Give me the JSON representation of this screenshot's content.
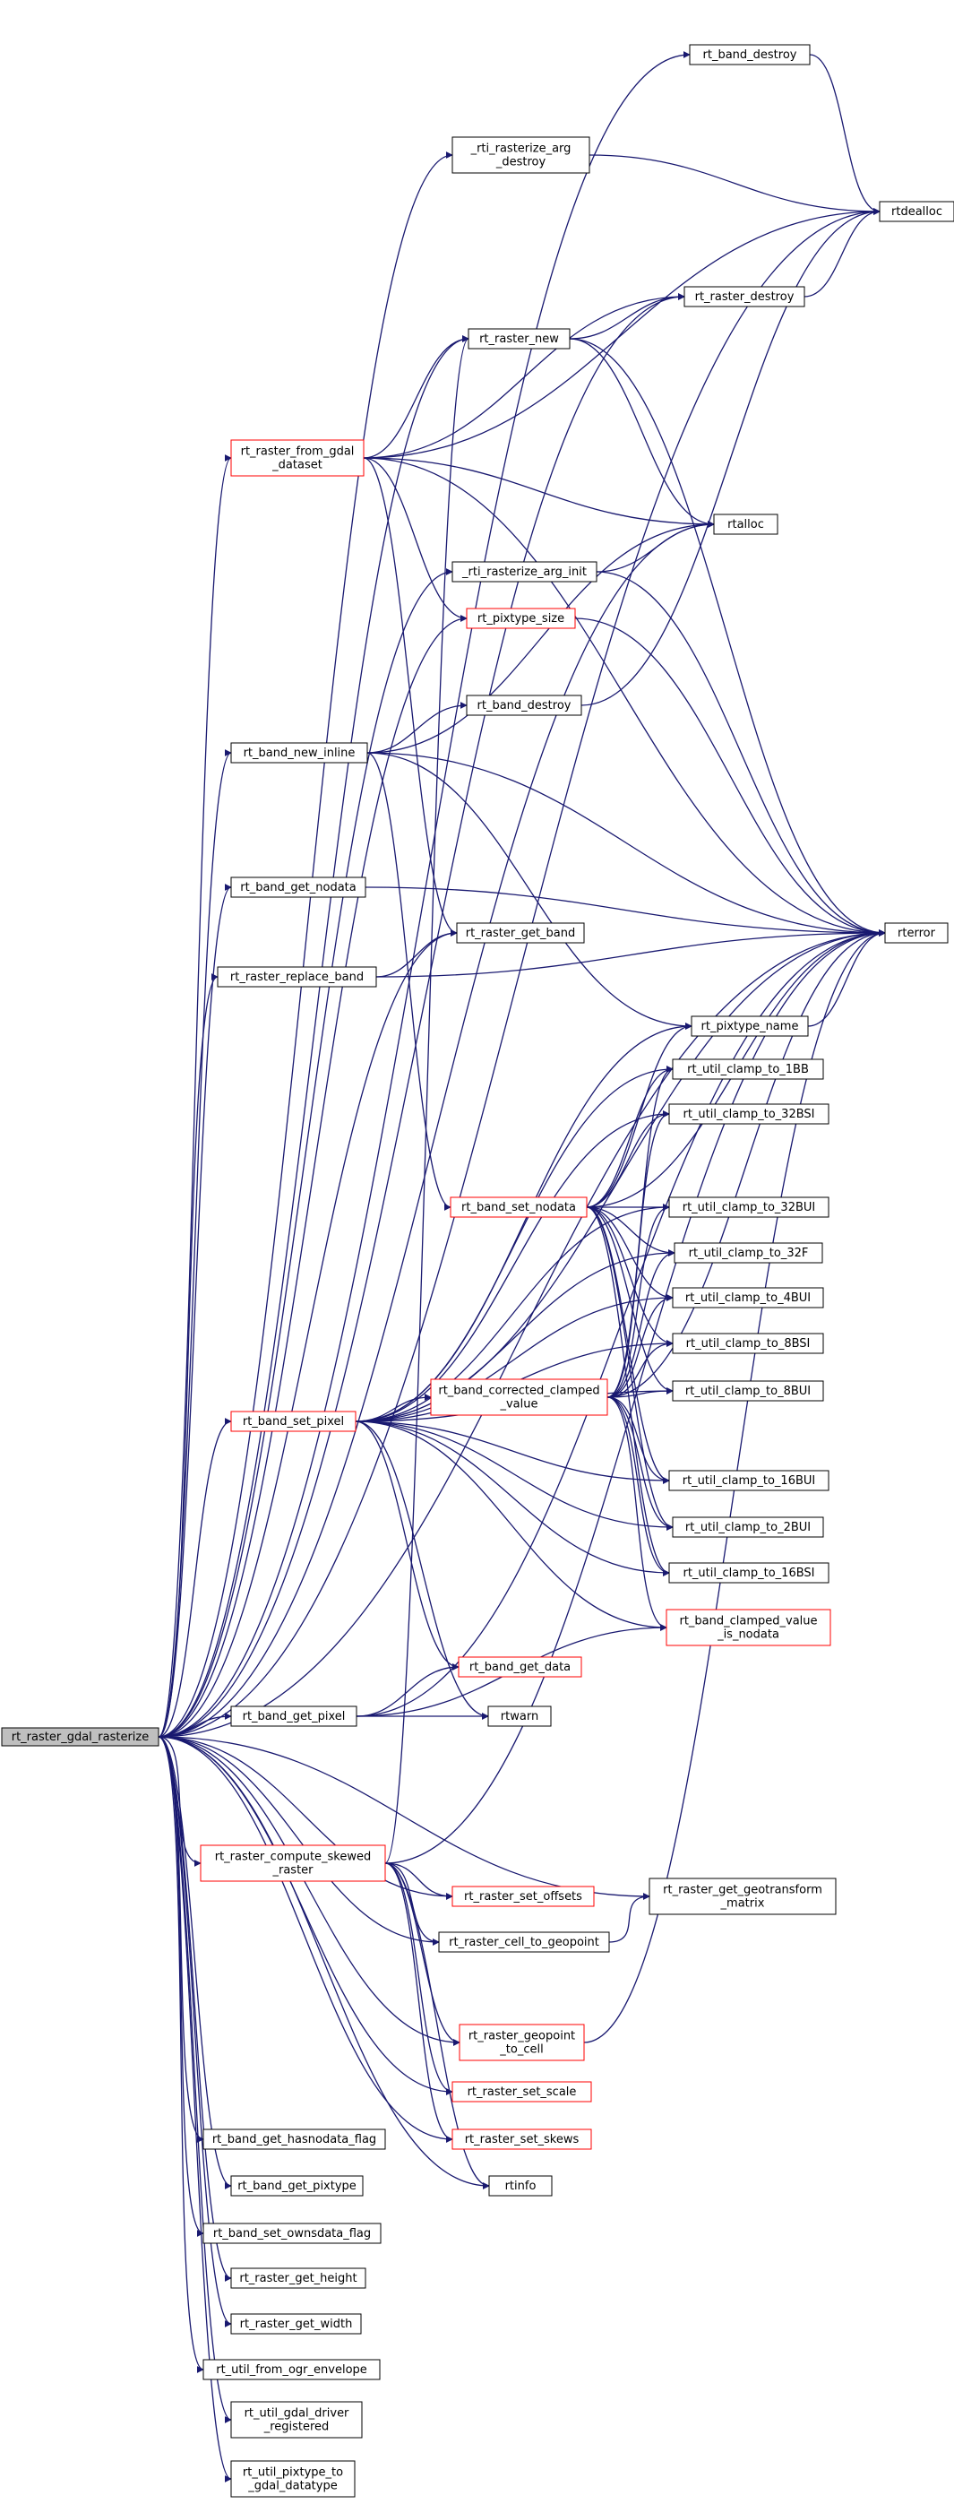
{
  "colors": {
    "edge": "#191970",
    "node_border": "#000000",
    "node_fill": "#ffffff",
    "incomplete_border": "#ff0000",
    "root_fill": "#bfbfbf",
    "text": "#000000"
  },
  "nodes": {
    "root": {
      "lines": [
        "rt_raster_gdal_rasterize"
      ],
      "style": "root"
    },
    "band_destroy_top": {
      "lines": [
        "rt_band_destroy"
      ],
      "style": "normal"
    },
    "rti_arg_destroy": {
      "lines": [
        "_rti_rasterize_arg",
        "_destroy"
      ],
      "style": "normal"
    },
    "rtdealloc": {
      "lines": [
        "rtdealloc"
      ],
      "style": "normal"
    },
    "raster_destroy": {
      "lines": [
        "rt_raster_destroy"
      ],
      "style": "normal"
    },
    "raster_new": {
      "lines": [
        "rt_raster_new"
      ],
      "style": "normal"
    },
    "raster_from_gdal": {
      "lines": [
        "rt_raster_from_gdal",
        "_dataset"
      ],
      "style": "incomplete"
    },
    "rtalloc": {
      "lines": [
        "rtalloc"
      ],
      "style": "normal"
    },
    "rti_arg_init": {
      "lines": [
        "_rti_rasterize_arg_init"
      ],
      "style": "normal"
    },
    "pixtype_size": {
      "lines": [
        "rt_pixtype_size"
      ],
      "style": "incomplete"
    },
    "band_destroy_mid": {
      "lines": [
        "rt_band_destroy"
      ],
      "style": "normal"
    },
    "band_new_inline": {
      "lines": [
        "rt_band_new_inline"
      ],
      "style": "normal"
    },
    "band_get_nodata": {
      "lines": [
        "rt_band_get_nodata"
      ],
      "style": "normal"
    },
    "raster_get_band": {
      "lines": [
        "rt_raster_get_band"
      ],
      "style": "normal"
    },
    "rterror": {
      "lines": [
        "rterror"
      ],
      "style": "normal"
    },
    "raster_replace_band": {
      "lines": [
        "rt_raster_replace_band"
      ],
      "style": "normal"
    },
    "pixtype_name": {
      "lines": [
        "rt_pixtype_name"
      ],
      "style": "normal"
    },
    "clamp_1BB": {
      "lines": [
        "rt_util_clamp_to_1BB"
      ],
      "style": "normal"
    },
    "clamp_32BSI": {
      "lines": [
        "rt_util_clamp_to_32BSI"
      ],
      "style": "normal"
    },
    "band_set_nodata": {
      "lines": [
        "rt_band_set_nodata"
      ],
      "style": "incomplete"
    },
    "clamp_32BUI": {
      "lines": [
        "rt_util_clamp_to_32BUI"
      ],
      "style": "normal"
    },
    "clamp_32F": {
      "lines": [
        "rt_util_clamp_to_32F"
      ],
      "style": "normal"
    },
    "clamp_4BUI": {
      "lines": [
        "rt_util_clamp_to_4BUI"
      ],
      "style": "normal"
    },
    "clamp_8BSI": {
      "lines": [
        "rt_util_clamp_to_8BSI"
      ],
      "style": "normal"
    },
    "band_corrected_clamped": {
      "lines": [
        "rt_band_corrected_clamped",
        "_value"
      ],
      "style": "incomplete"
    },
    "clamp_8BUI": {
      "lines": [
        "rt_util_clamp_to_8BUI"
      ],
      "style": "normal"
    },
    "band_set_pixel": {
      "lines": [
        "rt_band_set_pixel"
      ],
      "style": "incomplete"
    },
    "clamp_16BUI": {
      "lines": [
        "rt_util_clamp_to_16BUI"
      ],
      "style": "normal"
    },
    "clamp_2BUI": {
      "lines": [
        "rt_util_clamp_to_2BUI"
      ],
      "style": "normal"
    },
    "clamp_16BSI": {
      "lines": [
        "rt_util_clamp_to_16BSI"
      ],
      "style": "normal"
    },
    "clamped_is_nodata": {
      "lines": [
        "rt_band_clamped_value",
        "_is_nodata"
      ],
      "style": "incomplete"
    },
    "band_get_data": {
      "lines": [
        "rt_band_get_data"
      ],
      "style": "incomplete"
    },
    "band_get_pixel": {
      "lines": [
        "rt_band_get_pixel"
      ],
      "style": "normal"
    },
    "rtwarn": {
      "lines": [
        "rtwarn"
      ],
      "style": "normal"
    },
    "compute_skewed": {
      "lines": [
        "rt_raster_compute_skewed",
        "_raster"
      ],
      "style": "incomplete"
    },
    "set_offsets": {
      "lines": [
        "rt_raster_set_offsets"
      ],
      "style": "incomplete"
    },
    "get_geotransform": {
      "lines": [
        "rt_raster_get_geotransform",
        "_matrix"
      ],
      "style": "normal"
    },
    "cell_to_geopoint": {
      "lines": [
        "rt_raster_cell_to_geopoint"
      ],
      "style": "normal"
    },
    "geopoint_to_cell": {
      "lines": [
        "rt_raster_geopoint",
        "_to_cell"
      ],
      "style": "incomplete"
    },
    "set_scale": {
      "lines": [
        "rt_raster_set_scale"
      ],
      "style": "incomplete"
    },
    "set_skews": {
      "lines": [
        "rt_raster_set_skews"
      ],
      "style": "incomplete"
    },
    "hasnodata": {
      "lines": [
        "rt_band_get_hasnodata_flag"
      ],
      "style": "normal"
    },
    "rtinfo": {
      "lines": [
        "rtinfo"
      ],
      "style": "normal"
    },
    "get_pixtype": {
      "lines": [
        "rt_band_get_pixtype"
      ],
      "style": "normal"
    },
    "set_ownsdata": {
      "lines": [
        "rt_band_set_ownsdata_flag"
      ],
      "style": "normal"
    },
    "get_height": {
      "lines": [
        "rt_raster_get_height"
      ],
      "style": "normal"
    },
    "get_width": {
      "lines": [
        "rt_raster_get_width"
      ],
      "style": "normal"
    },
    "from_ogr_envelope": {
      "lines": [
        "rt_util_from_ogr_envelope"
      ],
      "style": "normal"
    },
    "gdal_driver_registered": {
      "lines": [
        "rt_util_gdal_driver",
        "_registered"
      ],
      "style": "normal"
    },
    "pixtype_to_gdal": {
      "lines": [
        "rt_util_pixtype_to",
        "_gdal_datatype"
      ],
      "style": "normal"
    }
  },
  "edges": [
    [
      "root",
      "band_destroy_top"
    ],
    [
      "root",
      "rtdealloc"
    ],
    [
      "root",
      "rti_arg_destroy"
    ],
    [
      "root",
      "raster_destroy"
    ],
    [
      "root",
      "raster_new"
    ],
    [
      "root",
      "raster_from_gdal"
    ],
    [
      "root",
      "rtalloc"
    ],
    [
      "root",
      "rti_arg_init"
    ],
    [
      "root",
      "pixtype_size"
    ],
    [
      "root",
      "band_new_inline"
    ],
    [
      "root",
      "rterror"
    ],
    [
      "root",
      "band_get_nodata"
    ],
    [
      "root",
      "raster_get_band"
    ],
    [
      "root",
      "raster_replace_band"
    ],
    [
      "root",
      "band_set_pixel"
    ],
    [
      "root",
      "band_get_pixel"
    ],
    [
      "root",
      "get_geotransform"
    ],
    [
      "root",
      "compute_skewed"
    ],
    [
      "root",
      "set_offsets"
    ],
    [
      "root",
      "cell_to_geopoint"
    ],
    [
      "root",
      "geopoint_to_cell"
    ],
    [
      "root",
      "set_scale"
    ],
    [
      "root",
      "set_skews"
    ],
    [
      "root",
      "rtinfo"
    ],
    [
      "root",
      "hasnodata"
    ],
    [
      "root",
      "get_pixtype"
    ],
    [
      "root",
      "set_ownsdata"
    ],
    [
      "root",
      "get_height"
    ],
    [
      "root",
      "get_width"
    ],
    [
      "root",
      "from_ogr_envelope"
    ],
    [
      "root",
      "gdal_driver_registered"
    ],
    [
      "root",
      "pixtype_to_gdal"
    ],
    [
      "band_destroy_top",
      "rtdealloc"
    ],
    [
      "rti_arg_destroy",
      "rtdealloc"
    ],
    [
      "raster_destroy",
      "rtdealloc"
    ],
    [
      "raster_new",
      "raster_destroy"
    ],
    [
      "raster_new",
      "rtalloc"
    ],
    [
      "raster_new",
      "rterror"
    ],
    [
      "raster_from_gdal",
      "raster_destroy"
    ],
    [
      "raster_from_gdal",
      "raster_new"
    ],
    [
      "raster_from_gdal",
      "rtdealloc"
    ],
    [
      "raster_from_gdal",
      "rtalloc"
    ],
    [
      "raster_from_gdal",
      "pixtype_size"
    ],
    [
      "raster_from_gdal",
      "rterror"
    ],
    [
      "raster_from_gdal",
      "raster_get_band"
    ],
    [
      "rti_arg_init",
      "rtalloc"
    ],
    [
      "rti_arg_init",
      "rterror"
    ],
    [
      "pixtype_size",
      "rterror"
    ],
    [
      "band_destroy_mid",
      "rtdealloc"
    ],
    [
      "band_new_inline",
      "rtalloc"
    ],
    [
      "band_new_inline",
      "band_destroy_mid"
    ],
    [
      "band_new_inline",
      "rterror"
    ],
    [
      "band_new_inline",
      "pixtype_name"
    ],
    [
      "band_new_inline",
      "band_set_nodata"
    ],
    [
      "band_get_nodata",
      "rterror"
    ],
    [
      "raster_replace_band",
      "raster_get_band"
    ],
    [
      "raster_replace_band",
      "rterror"
    ],
    [
      "pixtype_name",
      "rterror"
    ],
    [
      "band_set_nodata",
      "pixtype_name"
    ],
    [
      "band_set_nodata",
      "rterror"
    ],
    [
      "band_set_nodata",
      "clamp_1BB"
    ],
    [
      "band_set_nodata",
      "clamp_32BSI"
    ],
    [
      "band_set_nodata",
      "clamp_32BUI"
    ],
    [
      "band_set_nodata",
      "clamp_32F"
    ],
    [
      "band_set_nodata",
      "clamp_4BUI"
    ],
    [
      "band_set_nodata",
      "clamp_8BSI"
    ],
    [
      "band_set_nodata",
      "clamp_8BUI"
    ],
    [
      "band_set_nodata",
      "clamp_16BUI"
    ],
    [
      "band_set_nodata",
      "clamp_2BUI"
    ],
    [
      "band_set_nodata",
      "clamp_16BSI"
    ],
    [
      "band_corrected_clamped",
      "clamp_1BB"
    ],
    [
      "band_corrected_clamped",
      "clamp_32BSI"
    ],
    [
      "band_corrected_clamped",
      "clamp_32BUI"
    ],
    [
      "band_corrected_clamped",
      "clamp_32F"
    ],
    [
      "band_corrected_clamped",
      "clamp_4BUI"
    ],
    [
      "band_corrected_clamped",
      "clamp_8BSI"
    ],
    [
      "band_corrected_clamped",
      "clamp_8BUI"
    ],
    [
      "band_corrected_clamped",
      "clamp_16BUI"
    ],
    [
      "band_corrected_clamped",
      "clamp_2BUI"
    ],
    [
      "band_corrected_clamped",
      "clamp_16BSI"
    ],
    [
      "band_corrected_clamped",
      "clamped_is_nodata"
    ],
    [
      "band_corrected_clamped",
      "rterror"
    ],
    [
      "band_set_pixel",
      "rterror"
    ],
    [
      "band_set_pixel",
      "pixtype_name"
    ],
    [
      "band_set_pixel",
      "clamp_1BB"
    ],
    [
      "band_set_pixel",
      "clamp_32BSI"
    ],
    [
      "band_set_pixel",
      "clamp_32BUI"
    ],
    [
      "band_set_pixel",
      "clamp_32F"
    ],
    [
      "band_set_pixel",
      "clamp_4BUI"
    ],
    [
      "band_set_pixel",
      "clamp_8BSI"
    ],
    [
      "band_set_pixel",
      "band_corrected_clamped"
    ],
    [
      "band_set_pixel",
      "clamp_8BUI"
    ],
    [
      "band_set_pixel",
      "clamp_16BUI"
    ],
    [
      "band_set_pixel",
      "clamp_2BUI"
    ],
    [
      "band_set_pixel",
      "clamp_16BSI"
    ],
    [
      "band_set_pixel",
      "clamped_is_nodata"
    ],
    [
      "band_set_pixel",
      "band_get_data"
    ],
    [
      "band_set_pixel",
      "rtwarn"
    ],
    [
      "band_get_pixel",
      "band_get_data"
    ],
    [
      "band_get_pixel",
      "rtwarn"
    ],
    [
      "band_get_pixel",
      "clamped_is_nodata"
    ],
    [
      "band_get_pixel",
      "rterror"
    ],
    [
      "compute_skewed",
      "raster_new"
    ],
    [
      "compute_skewed",
      "rterror"
    ],
    [
      "compute_skewed",
      "set_offsets"
    ],
    [
      "compute_skewed",
      "cell_to_geopoint"
    ],
    [
      "compute_skewed",
      "geopoint_to_cell"
    ],
    [
      "compute_skewed",
      "set_scale"
    ],
    [
      "compute_skewed",
      "set_skews"
    ],
    [
      "compute_skewed",
      "rtinfo"
    ],
    [
      "cell_to_geopoint",
      "get_geotransform"
    ],
    [
      "geopoint_to_cell",
      "rterror"
    ]
  ]
}
